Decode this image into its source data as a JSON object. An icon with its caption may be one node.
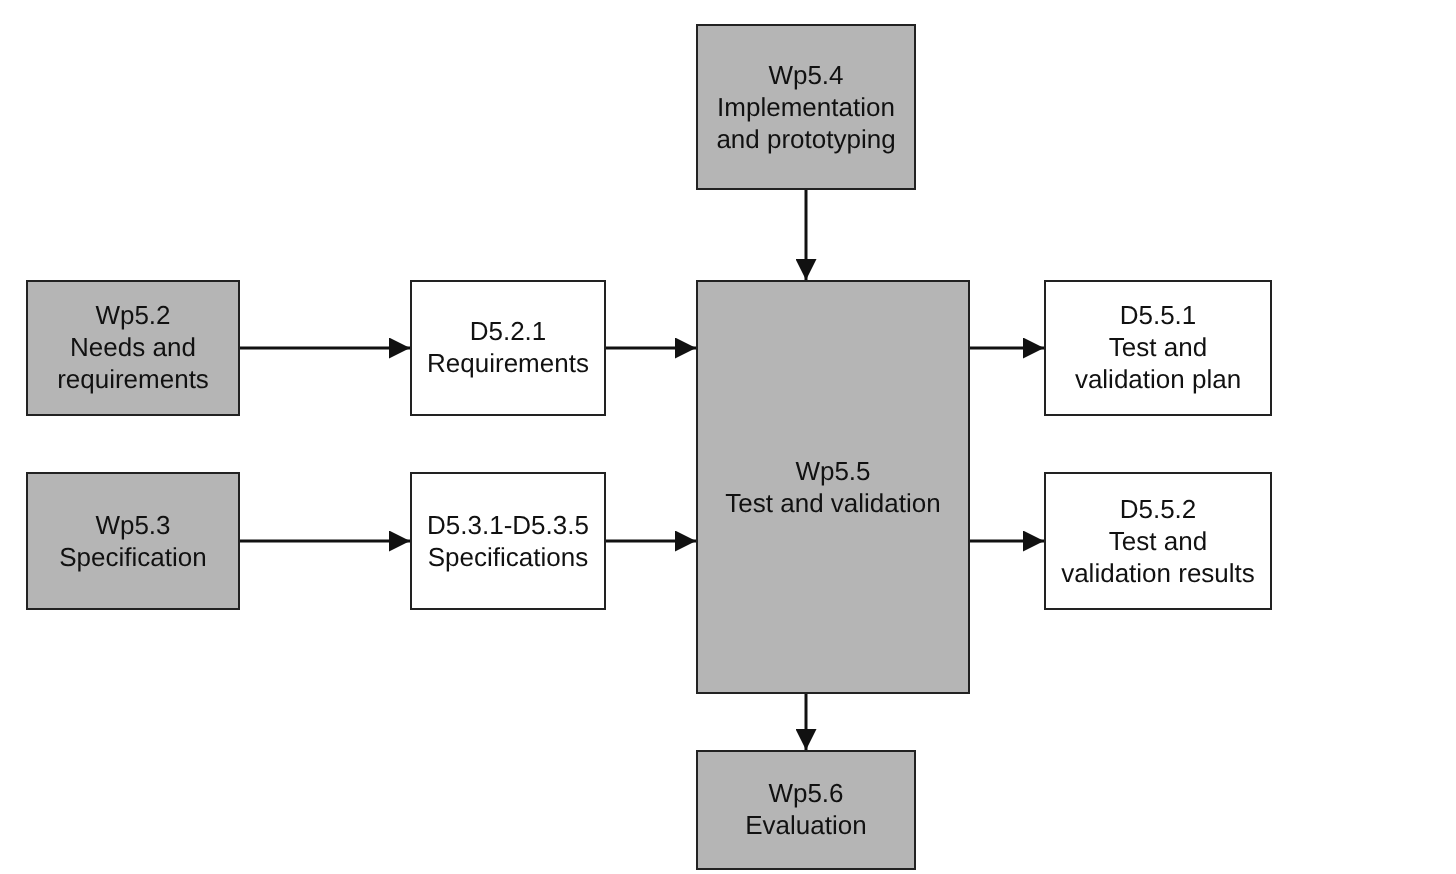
{
  "diagram": {
    "nodes": [
      {
        "text": [
          "Wp5.4",
          "Implementation and prototyping"
        ]
      },
      {
        "text": [
          "Wp5.2",
          "Needs and requirements"
        ]
      },
      {
        "text": [
          "D5.2.1",
          "Requirements"
        ]
      },
      {
        "text": [
          "Wp5.5",
          "Test and validation"
        ]
      },
      {
        "text": [
          "D5.5.1",
          "Test and validation plan"
        ]
      },
      {
        "text": [
          "Wp5.3",
          "Specification"
        ]
      },
      {
        "text": [
          "D5.3.1-D5.3.5",
          "Specifications"
        ]
      },
      {
        "text": [
          "D5.5.2",
          "Test and validation results"
        ]
      },
      {
        "text": [
          "Wp5.6",
          "Evaluation"
        ]
      }
    ],
    "edges": [
      {
        "from": 0,
        "to": 3,
        "arrow": "to"
      },
      {
        "from": 1,
        "to": 2,
        "arrow": "to"
      },
      {
        "from": 2,
        "to": 3,
        "arrow": "to"
      },
      {
        "from": 5,
        "to": 6,
        "arrow": "to"
      },
      {
        "from": 6,
        "to": 3,
        "arrow": "to"
      },
      {
        "from": 3,
        "to": 4,
        "arrow": "to"
      },
      {
        "from": 3,
        "to": 7,
        "arrow": "to"
      },
      {
        "from": 3,
        "to": 8,
        "arrow": "to"
      }
    ]
  }
}
